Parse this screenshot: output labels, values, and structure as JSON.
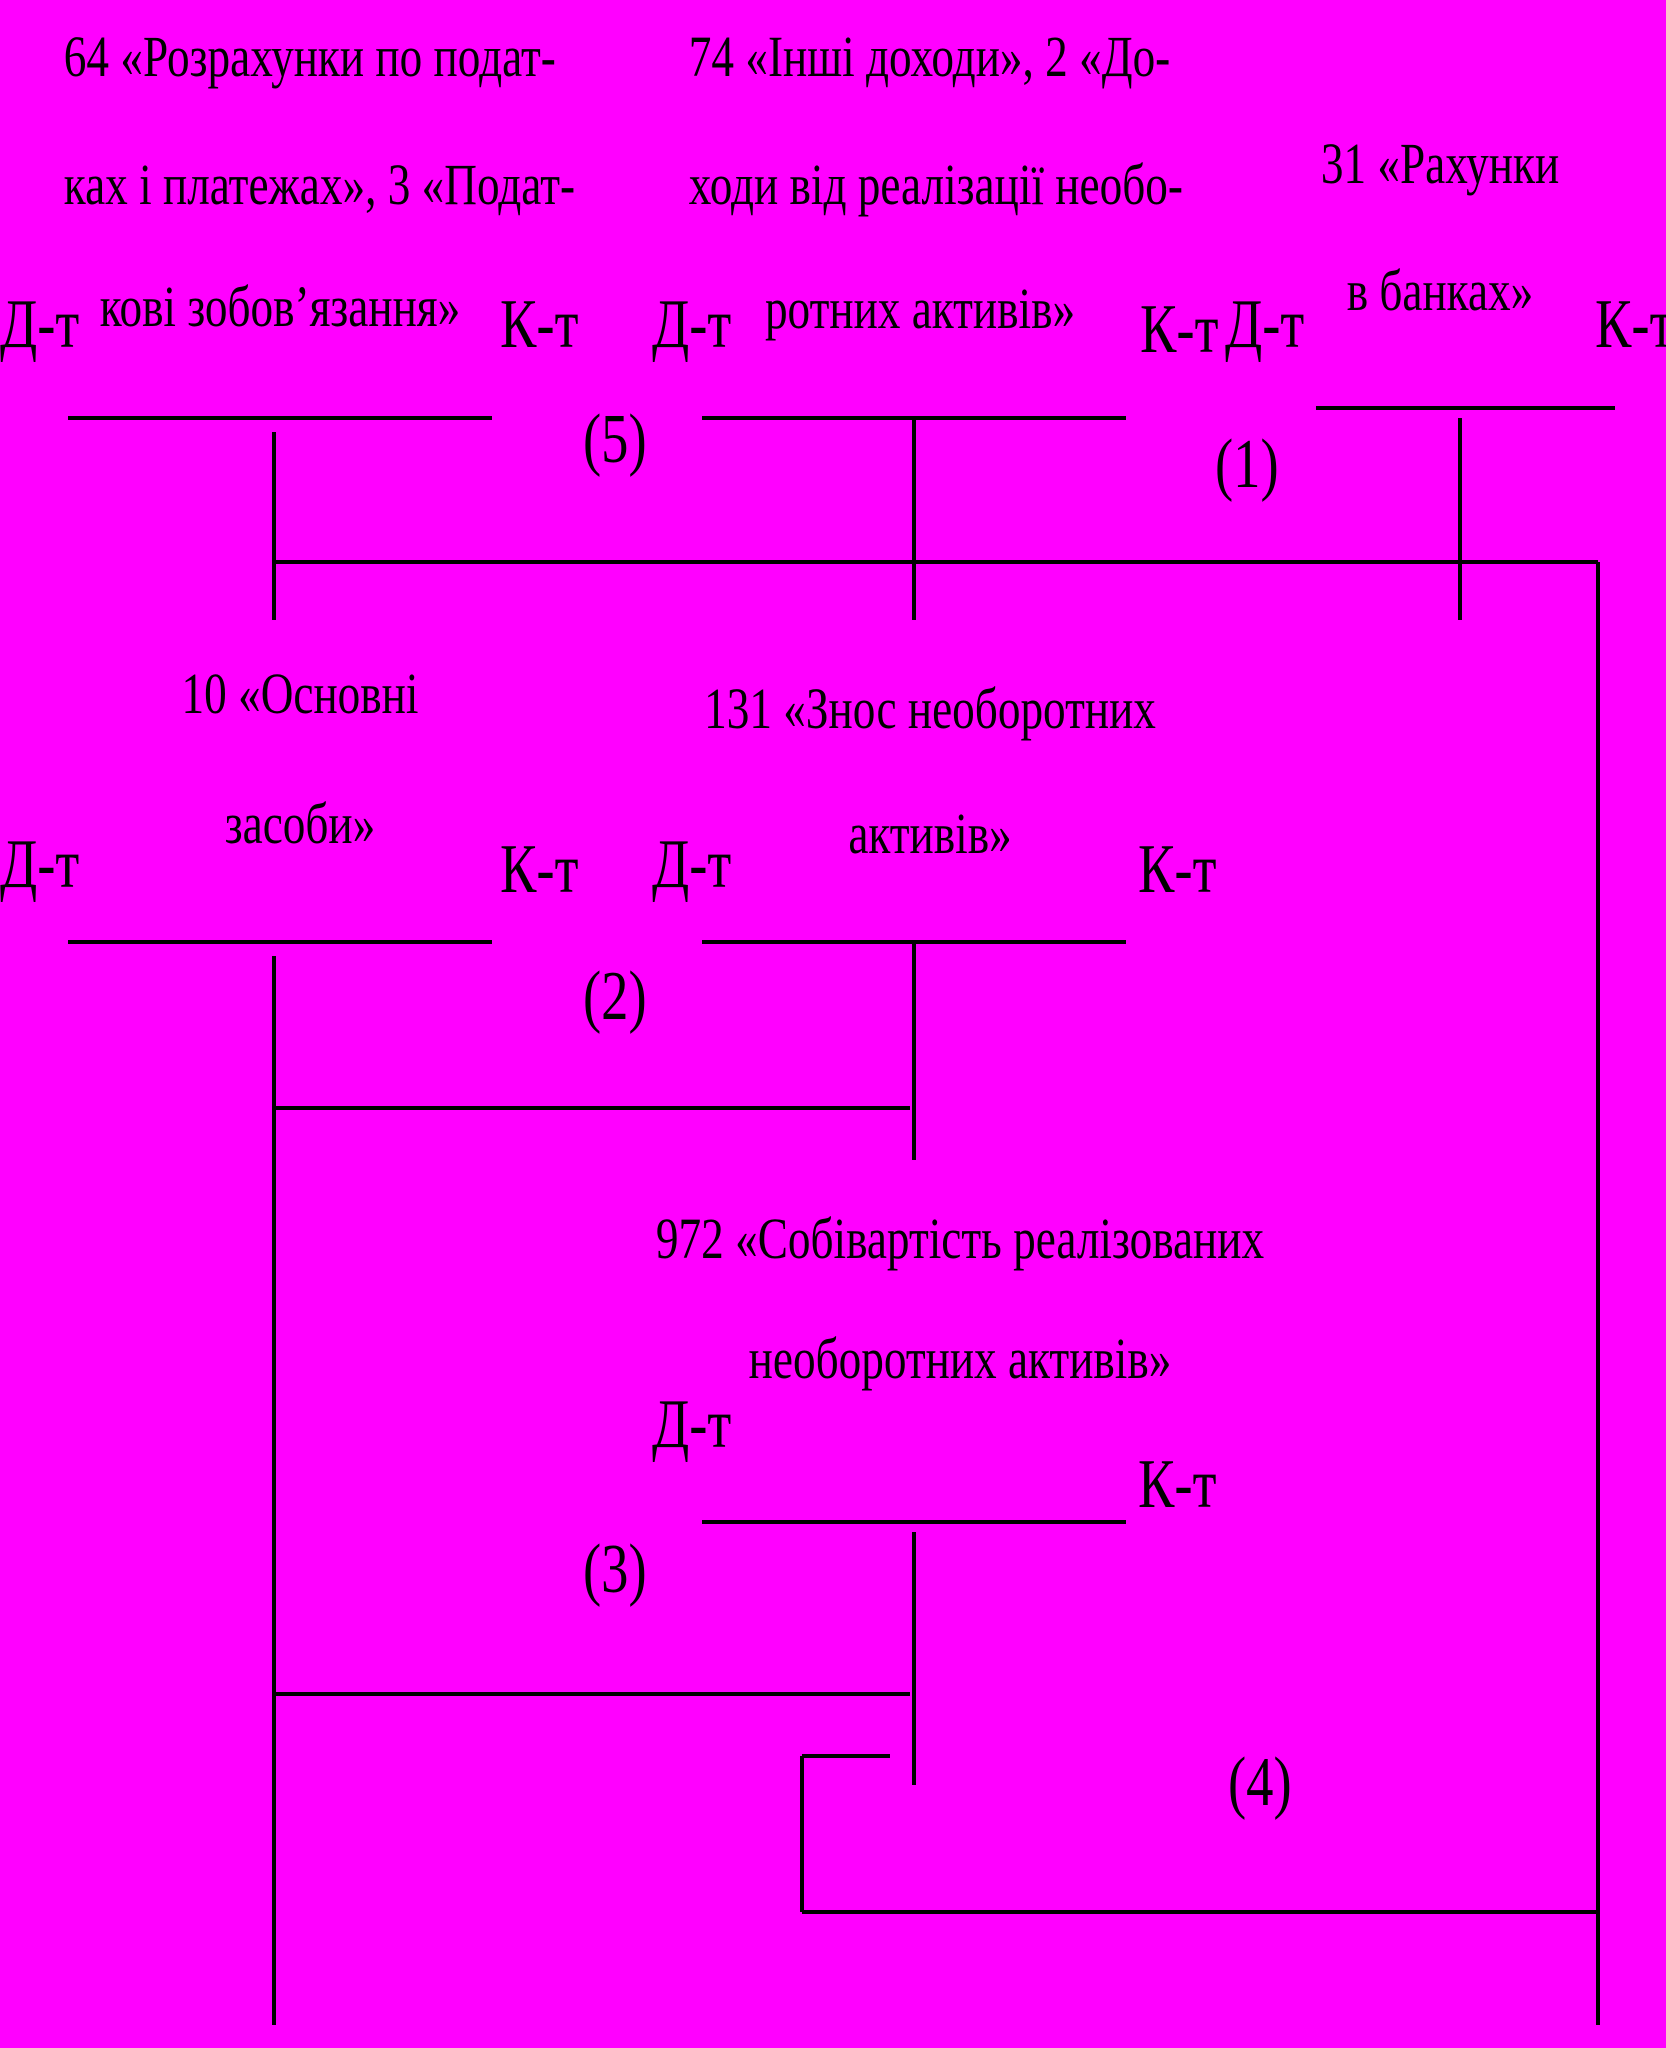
{
  "diagram": {
    "background_color": "#ff00ff",
    "side_labels": {
      "debit": "Д-т",
      "credit": "К-т"
    },
    "accounts": [
      {
        "id": "acc-64",
        "title_lines": [
          "64 «Розрахунки по подат-",
          "ках і платежах», 3 «Подат-",
          "кові зобов’язання»"
        ]
      },
      {
        "id": "acc-74",
        "title_lines": [
          "74 «Інші доходи», 2 «До-",
          "ходи від реалізації необо-",
          "ротних активів»"
        ]
      },
      {
        "id": "acc-31",
        "title_lines": [
          "31 «Рахунки",
          "в банках»"
        ]
      },
      {
        "id": "acc-10",
        "title_lines": [
          "10 «Основні",
          "засоби»"
        ]
      },
      {
        "id": "acc-131",
        "title_lines": [
          "131 «Знос необоротних",
          "активів»"
        ]
      },
      {
        "id": "acc-972",
        "title_lines": [
          "972 «Собівартість реалізованих",
          "необоротних активів»"
        ]
      }
    ],
    "operations": [
      "(1)",
      "(2)",
      "(3)",
      "(4)",
      "(5)"
    ]
  }
}
